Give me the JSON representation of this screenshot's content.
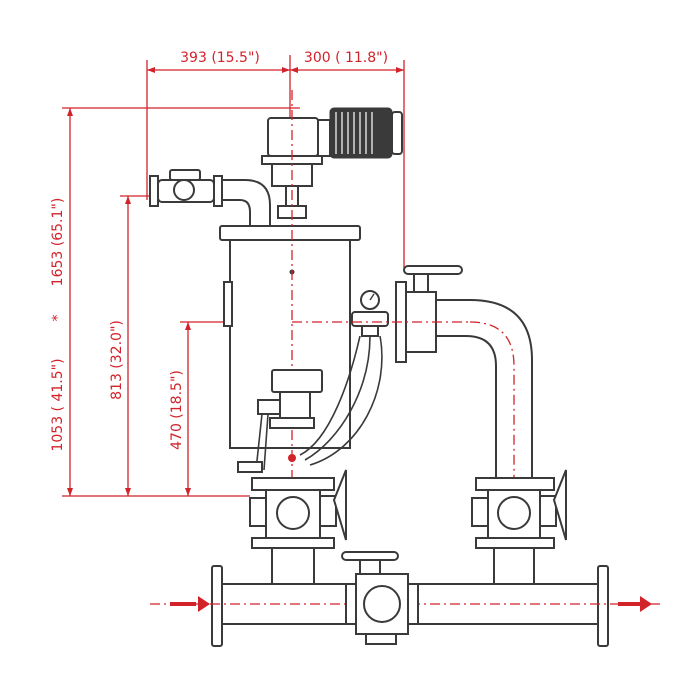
{
  "diagram": {
    "colors": {
      "dimension": "#d2232a",
      "outline": "#3a3a3a",
      "background": "#ffffff"
    },
    "dimensions": {
      "top_left": "393 (15.5\")",
      "top_right": "300 ( 11.8\")",
      "overall_height": "1053 ( 41.5\")",
      "overall_height_alt": "1653 (65.1\")",
      "overall_height_separator": "*",
      "inlet_height": "813 (32.0\")",
      "outlet_height": "470 (18.5\")"
    },
    "flow_arrows": [
      "inlet-arrow",
      "outlet-arrow"
    ]
  }
}
